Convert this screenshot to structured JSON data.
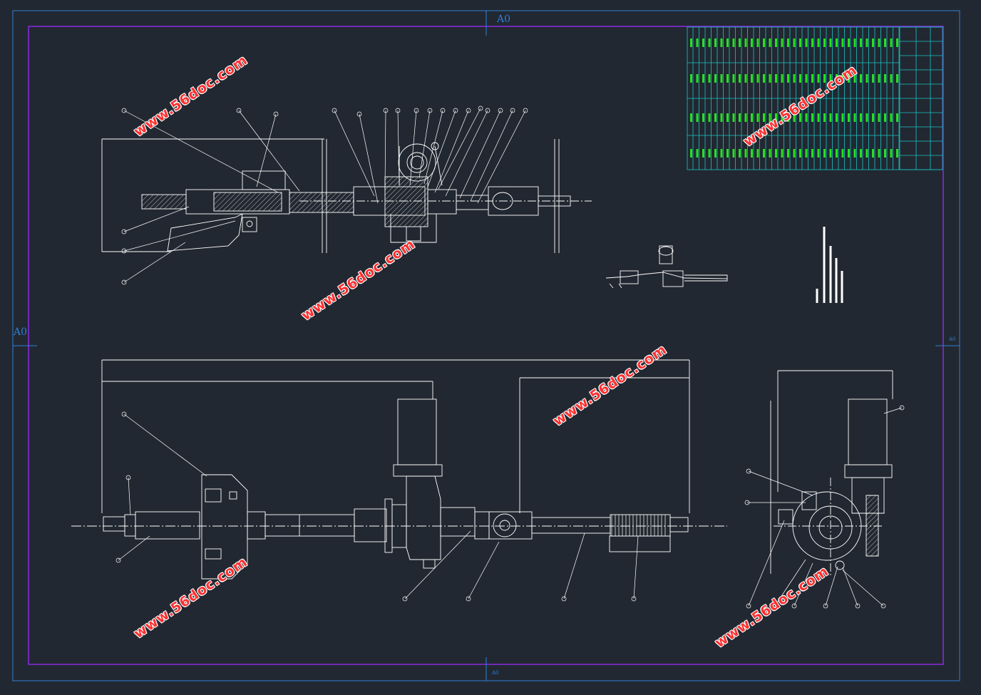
{
  "sheet": {
    "size_label_top": "A0",
    "size_label_left": "A0",
    "size_label_right": "A0",
    "size_label_bottom": "A0"
  },
  "watermark": {
    "text": "www.56doc.com",
    "color": "#ff3030"
  },
  "colors": {
    "background": "#222831",
    "outer_border": "#2f7fd8",
    "inner_border": "#8a2be2",
    "lines": "#ffffff",
    "table_lines": "#19c5c5",
    "table_text": "#28e020",
    "title_text": "#d8d02a"
  },
  "icons": {
    "balloon": "part-number-balloon-icon",
    "section_arrow": "section-arrow-icon"
  }
}
